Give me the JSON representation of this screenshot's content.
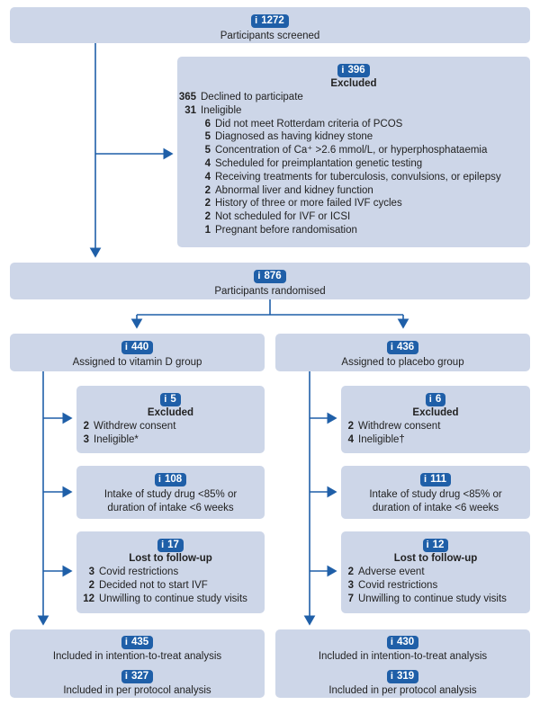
{
  "screened": {
    "n": "1272",
    "label": "Participants screened"
  },
  "excluded": {
    "n": "396",
    "title": "Excluded",
    "items": [
      {
        "n": "365",
        "label": "Declined to participate",
        "level": 0
      },
      {
        "n": "31",
        "label": "Ineligible",
        "level": 0
      },
      {
        "n": "6",
        "label": "Did not meet Rotterdam criteria of PCOS",
        "level": 1
      },
      {
        "n": "5",
        "label": "Diagnosed as having kidney stone",
        "level": 1
      },
      {
        "n": "5",
        "label": "Concentration of Ca⁺ >2.6 mmol/L, or hyperphosphataemia",
        "level": 1
      },
      {
        "n": "4",
        "label": "Scheduled for preimplantation genetic testing",
        "level": 1
      },
      {
        "n": "4",
        "label": "Receiving treatments for tuberculosis, convulsions, or epilepsy",
        "level": 1
      },
      {
        "n": "2",
        "label": "Abnormal liver and kidney function",
        "level": 1
      },
      {
        "n": "2",
        "label": "History of three or more failed IVF cycles",
        "level": 1
      },
      {
        "n": "2",
        "label": "Not scheduled for IVF or ICSI",
        "level": 1
      },
      {
        "n": "1",
        "label": "Pregnant before randomisation",
        "level": 1
      }
    ]
  },
  "randomised": {
    "n": "876",
    "label": "Participants randomised"
  },
  "vitd": {
    "assigned": {
      "n": "440",
      "label": "Assigned to vitamin D group"
    },
    "excluded": {
      "n": "5",
      "title": "Excluded",
      "items": [
        {
          "n": "2",
          "label": "Withdrew consent"
        },
        {
          "n": "3",
          "label": "Ineligible*"
        }
      ]
    },
    "intake": {
      "n": "108",
      "line1": "Intake of study drug <85% or",
      "line2": "duration of intake <6 weeks"
    },
    "lost": {
      "n": "17",
      "title": "Lost to follow-up",
      "items": [
        {
          "n": "3",
          "label": "Covid restrictions"
        },
        {
          "n": "2",
          "label": "Decided not to start IVF"
        },
        {
          "n": "12",
          "label": "Unwilling to continue study visits"
        }
      ]
    },
    "itt": {
      "n": "435",
      "label": "Included in intention-to-treat analysis"
    },
    "pp": {
      "n": "327",
      "label": "Included in per protocol analysis"
    }
  },
  "placebo": {
    "assigned": {
      "n": "436",
      "label": "Assigned to placebo group"
    },
    "excluded": {
      "n": "6",
      "title": "Excluded",
      "items": [
        {
          "n": "2",
          "label": "Withdrew consent"
        },
        {
          "n": "4",
          "label": "Ineligible†"
        }
      ]
    },
    "intake": {
      "n": "111",
      "line1": "Intake of study drug <85% or",
      "line2": "duration of intake <6 weeks"
    },
    "lost": {
      "n": "12",
      "title": "Lost to follow-up",
      "items": [
        {
          "n": "2",
          "label": "Adverse event"
        },
        {
          "n": "3",
          "label": "Covid restrictions"
        },
        {
          "n": "7",
          "label": "Unwilling to continue study visits"
        }
      ]
    },
    "itt": {
      "n": "430",
      "label": "Included in intention-to-treat analysis"
    },
    "pp": {
      "n": "319",
      "label": "Included in per protocol analysis"
    }
  },
  "colors": {
    "box": "#cdd6e8",
    "badge": "#1f5fa8",
    "line": "#1f5fa8"
  },
  "icons": {
    "badge_icon": "person-icon"
  }
}
